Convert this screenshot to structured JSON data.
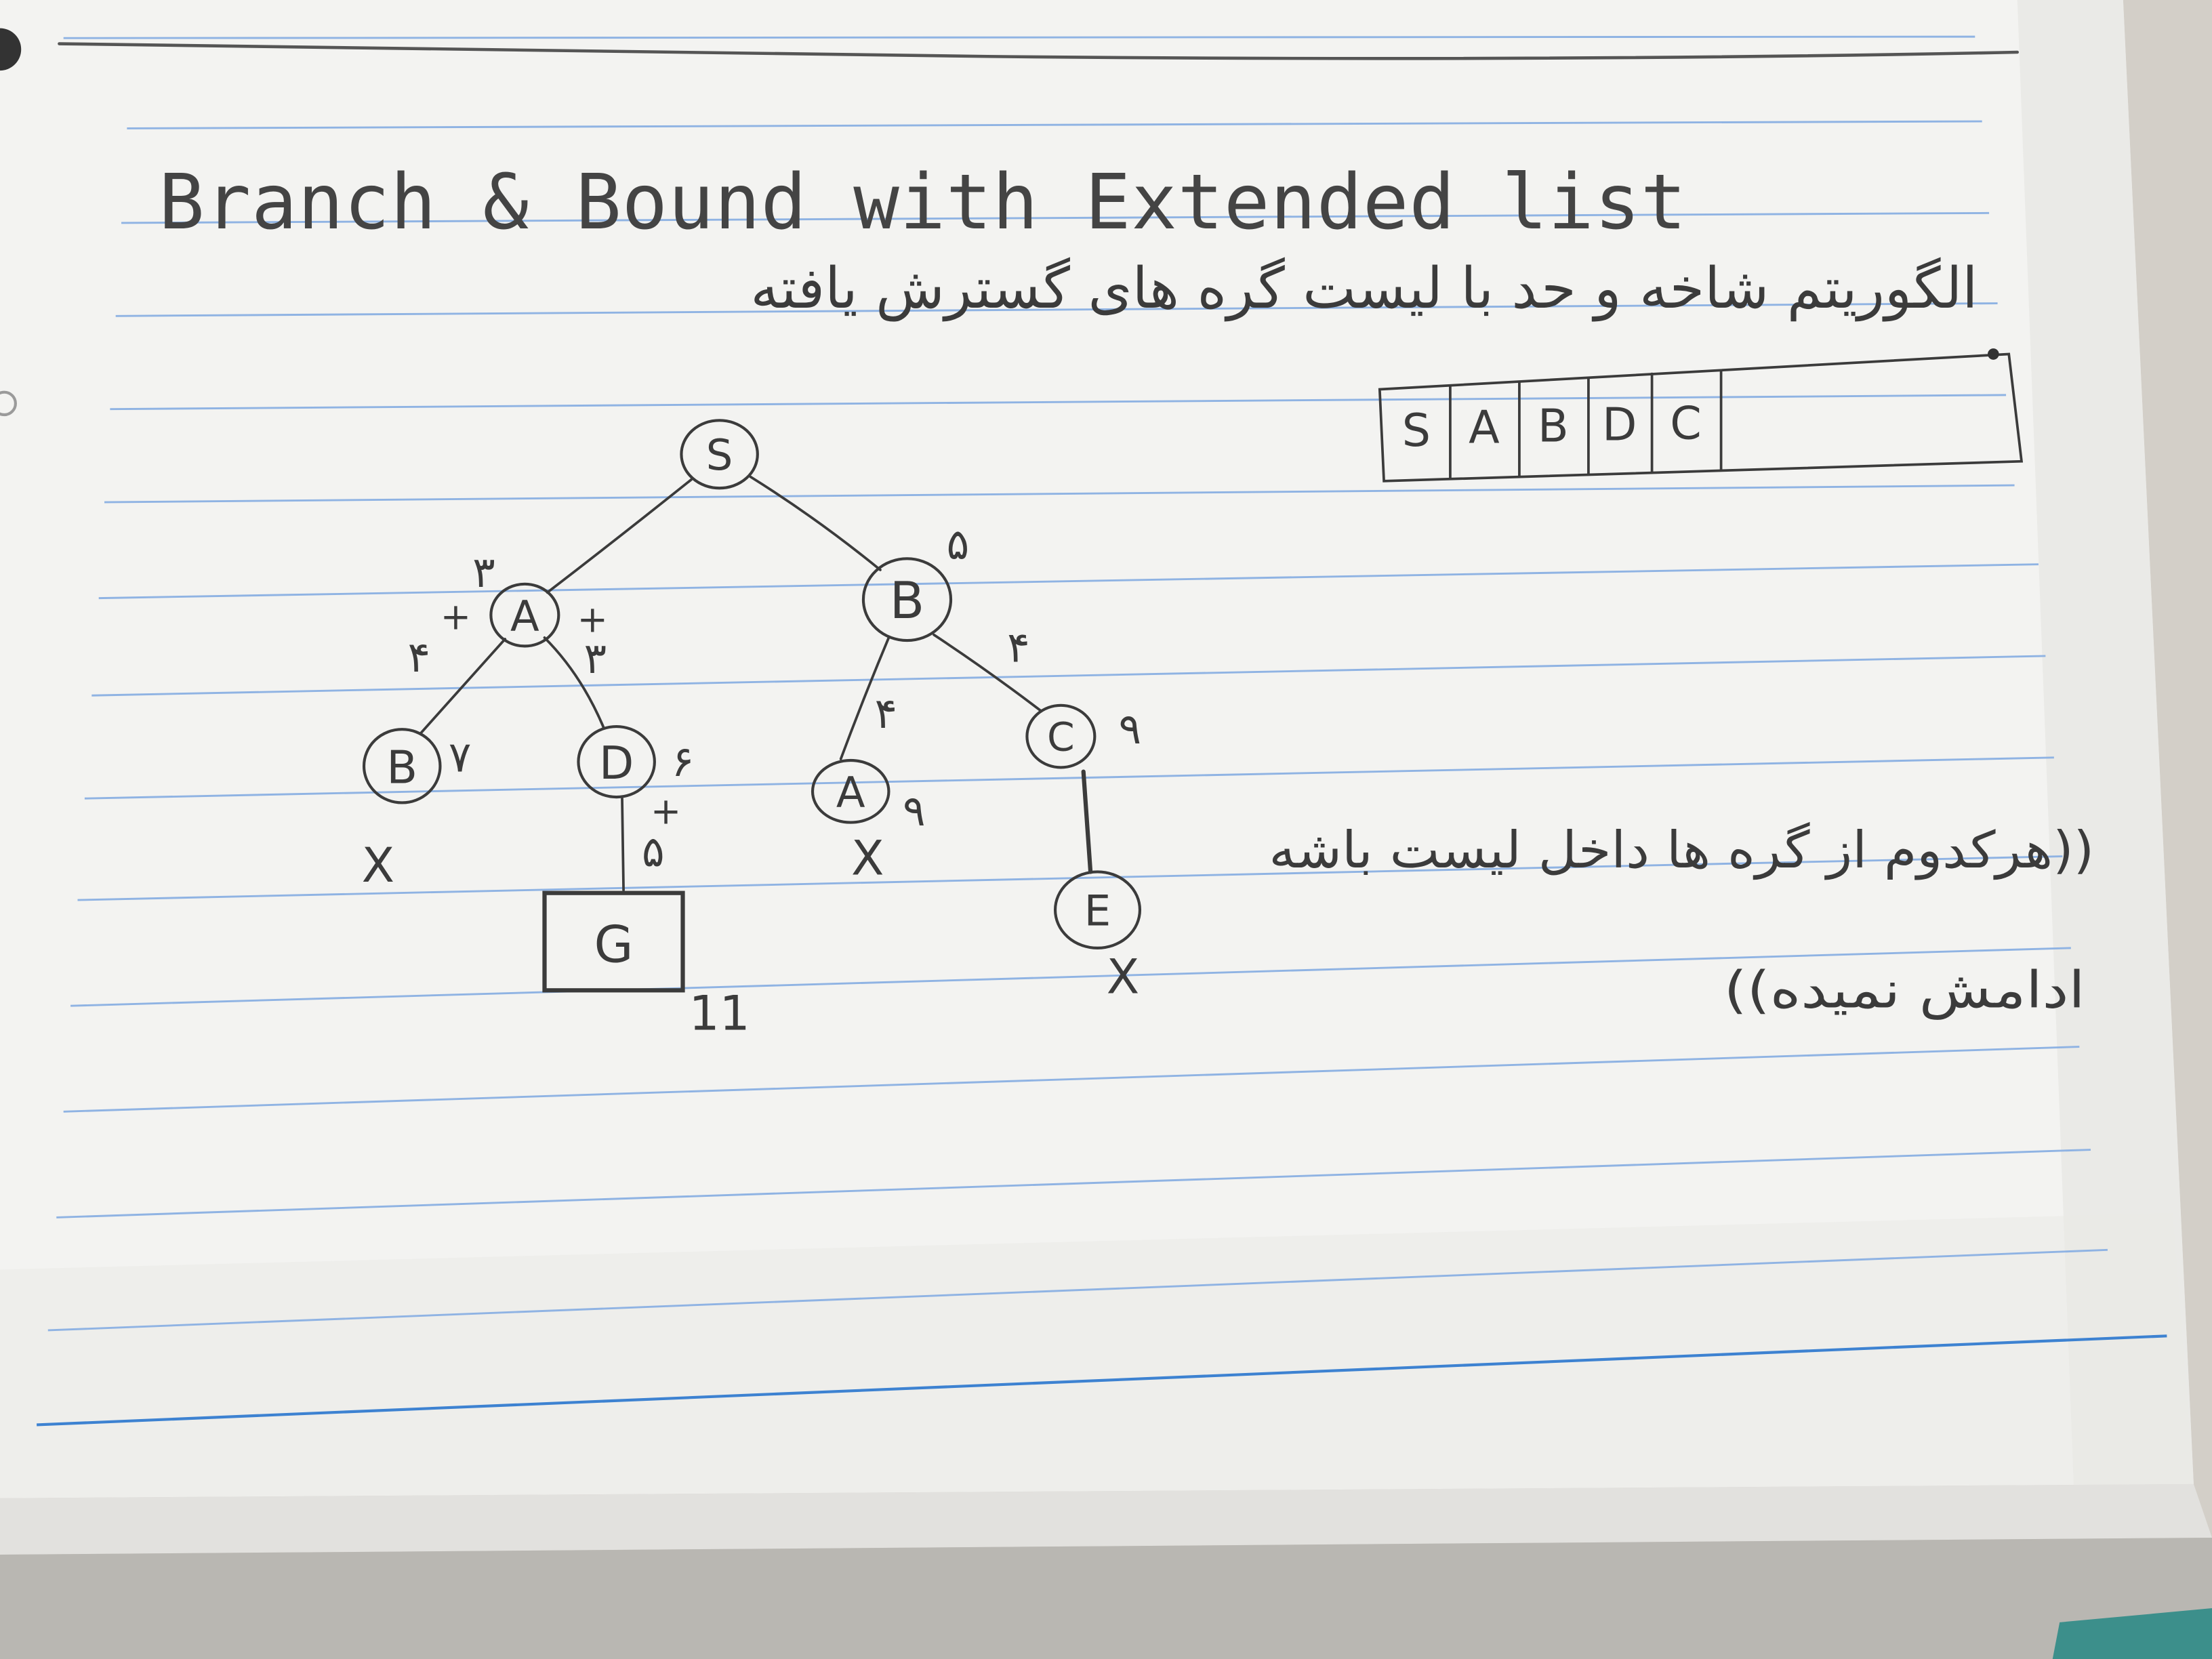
{
  "colors": {
    "paper": "#f3f3f1",
    "ink": "#3b3b3b",
    "rule": "#8fb3e3",
    "rule_dark": "#3d82d1",
    "backdrop": "#d3cfc8",
    "shadow": "#b9b7b2",
    "teal": "#3c8f8b"
  },
  "page": {
    "title": "Branch & Bound with Extended list",
    "subtitle": "الگوریتم شاخه و حد با لیست گره های گسترش یافته"
  },
  "extended_list": [
    "S",
    "A",
    "B",
    "D",
    "C"
  ],
  "tree": {
    "nodes": {
      "s": {
        "label": "S"
      },
      "a1": {
        "label": "A"
      },
      "b1": {
        "label": "B"
      },
      "b2": {
        "label": "B",
        "cost": "۷",
        "mark": "X"
      },
      "d": {
        "label": "D",
        "cost": "۶"
      },
      "a2": {
        "label": "A",
        "cost": "۹",
        "mark": "X"
      },
      "c": {
        "label": "C",
        "cost": "۹"
      },
      "g": {
        "label": "G",
        "cost": "11"
      },
      "e": {
        "label": "E",
        "mark": "X"
      }
    },
    "edges": {
      "s_a1": {
        "weight": "۳"
      },
      "s_b1": {
        "weight": "۵"
      },
      "a1_b2": {
        "op": "+",
        "weight": "۴"
      },
      "a1_d": {
        "op": "+",
        "weight": "۳"
      },
      "d_g": {
        "op": "+",
        "weight": "۵"
      },
      "b1_a2": {
        "weight": "۴"
      },
      "b1_c": {
        "weight": "۴"
      },
      "c_e": {}
    }
  },
  "note": [
    "((هرکدوم از گره ها داخل لیست باشه",
    "ادامش نمیده))"
  ]
}
